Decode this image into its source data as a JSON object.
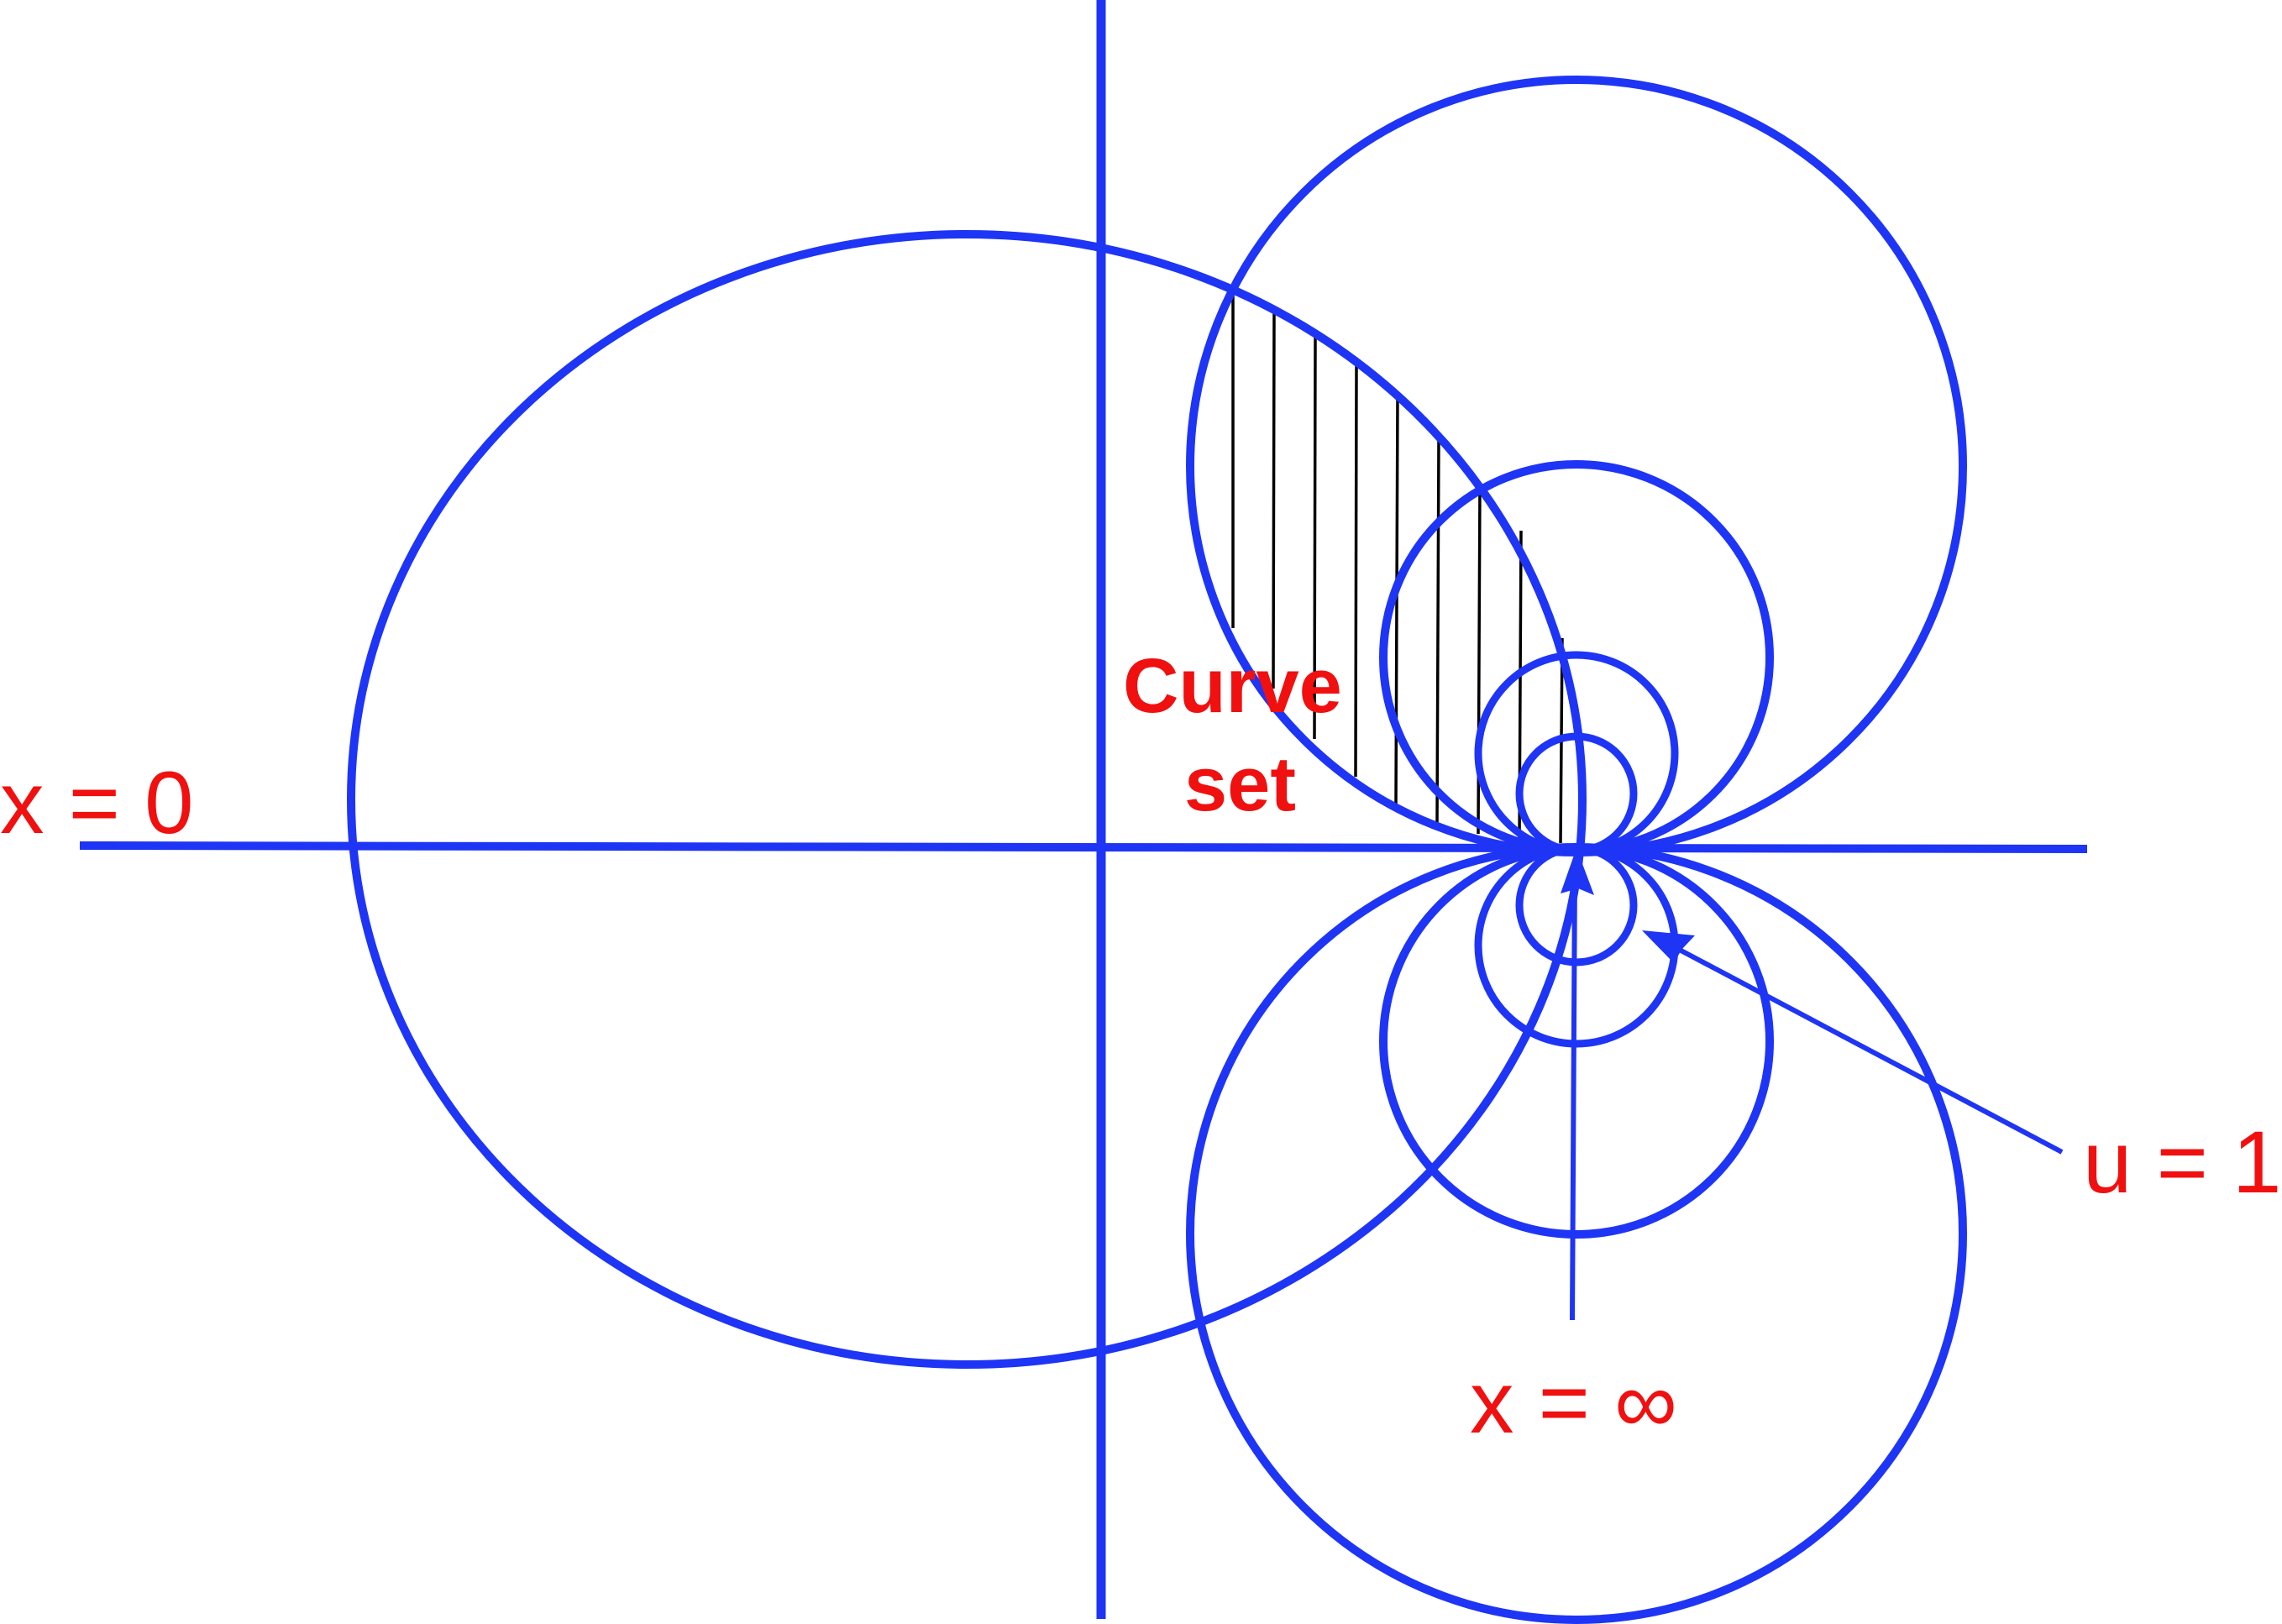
{
  "labels": {
    "x_zero": "x = 0",
    "x_infinity": "x = ∞",
    "u_one": "u = 1",
    "curve_set_line1": "Curve",
    "curve_set_line2": "set"
  },
  "colors": {
    "curves": "#1e35f5",
    "labels": "#f01010",
    "hatching": "#000000",
    "background": "#ffffff"
  }
}
